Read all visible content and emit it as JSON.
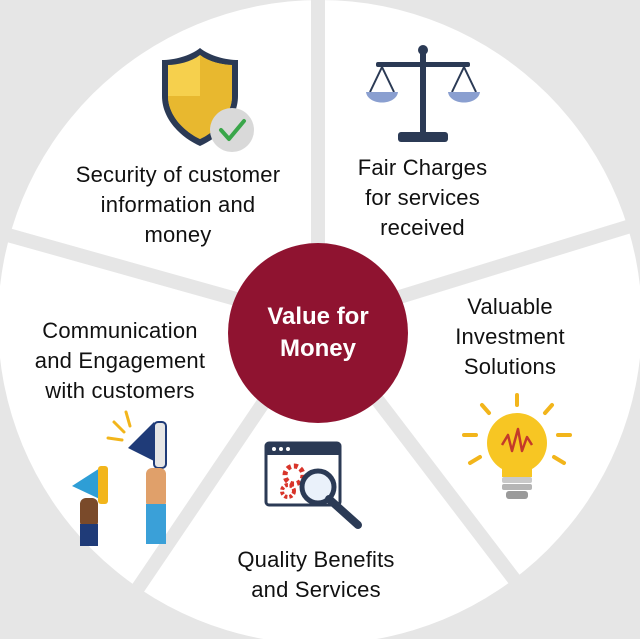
{
  "colors": {
    "background": "#e6e6e6",
    "segment": "#ffffff",
    "divider": "#e6e6e6",
    "center": "#8f1330",
    "center_text": "#ffffff",
    "text": "#111111"
  },
  "center": {
    "line1": "Value for",
    "line2": "Money"
  },
  "segments": [
    {
      "name": "security",
      "lines": [
        "Security of customer",
        "information and",
        "money"
      ],
      "icon": "shield-check-icon"
    },
    {
      "name": "fair-charges",
      "lines": [
        "Fair Charges",
        "for services",
        "received"
      ],
      "icon": "balance-scale-icon"
    },
    {
      "name": "investment",
      "lines": [
        "Valuable",
        "Investment",
        "Solutions"
      ],
      "icon": "lightbulb-icon"
    },
    {
      "name": "quality",
      "lines": [
        "Quality Benefits",
        "and Services"
      ],
      "icon": "magnifier-window-icon"
    },
    {
      "name": "communication",
      "lines": [
        "Communication",
        "and Engagement",
        "with customers"
      ],
      "icon": "megaphone-icon"
    }
  ]
}
